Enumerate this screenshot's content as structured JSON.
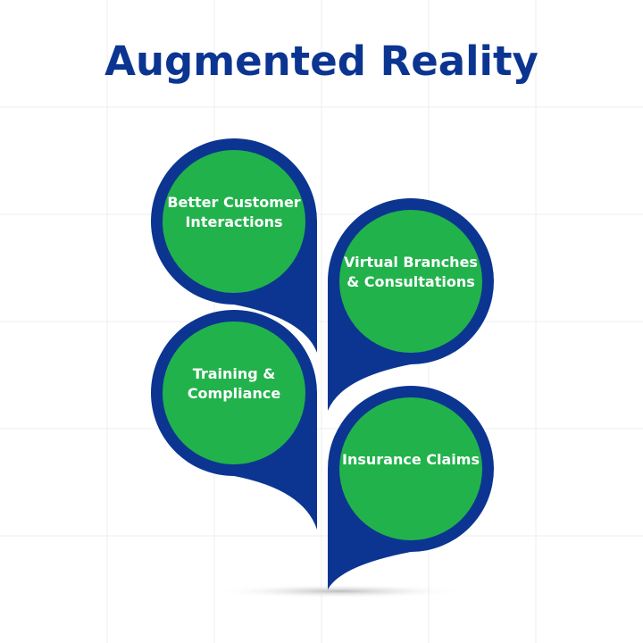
{
  "title": "Augmented Reality",
  "colors": {
    "pin": "#0b3591",
    "circle": "#22b24c",
    "text": "#ffffff",
    "title": "#0b3591"
  },
  "items": [
    {
      "label": "Better Customer Interactions"
    },
    {
      "label": "Virtual Branches & Consultations"
    },
    {
      "label": "Training & Compliance"
    },
    {
      "label": "Insurance Claims"
    }
  ]
}
